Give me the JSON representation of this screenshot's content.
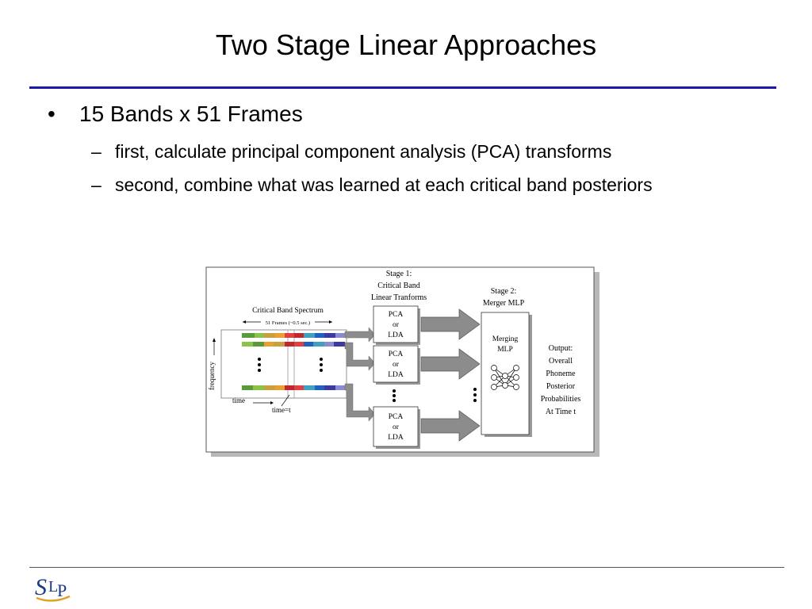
{
  "slide": {
    "title": "Two Stage Linear Approaches",
    "bullets": [
      {
        "marker": "•",
        "text": "15 Bands x 51 Frames",
        "sub": [
          {
            "marker": "–",
            "text": "first, calculate principal component analysis (PCA) transforms"
          },
          {
            "marker": "–",
            "text": "second, combine what was learned at each critical band posteriors"
          }
        ]
      }
    ]
  },
  "figure": {
    "spectrum_title": "Critical Band Spectrum",
    "frames_label": "51 Frames (~0.5 sec.)",
    "frequency_label": "frequency",
    "time_label": "time",
    "time_t_label": "time=t",
    "stage1_label": [
      "Stage 1:",
      "Critical Band",
      "Linear Tranforms"
    ],
    "stage2_label": [
      "Stage 2:",
      "Merger MLP"
    ],
    "transform_box": [
      "PCA",
      "or",
      "LDA"
    ],
    "mlp_box": [
      "Merging",
      "MLP"
    ],
    "output_label": [
      "Output:",
      "Overall",
      "Phoneme",
      "Posterior",
      "Probabilities",
      "At Time t"
    ],
    "spectrum_colors": [
      "#5a9a3a",
      "#8bc34a",
      "#c8a040",
      "#e8a030",
      "#e04040",
      "#c0282c",
      "#40a0c0",
      "#2060c0",
      "#3a3aa0",
      "#8a8ad0"
    ],
    "arrow_color": "#888888"
  },
  "logo": {
    "text": "SLP",
    "colors": {
      "s": "#1a3a8a",
      "lp": "#1a3a8a",
      "swoosh": "#e0a020"
    }
  }
}
